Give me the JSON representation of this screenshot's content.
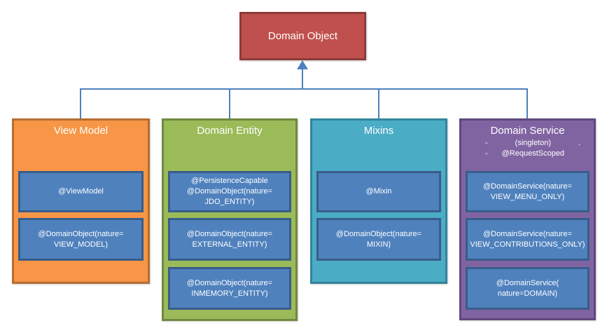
{
  "root": {
    "label": "Domain Object",
    "fill": "#C0504D",
    "border": "#8E3B38"
  },
  "connector_color": "#4F81BD",
  "item_fill": "#4F81BD",
  "item_border": "#385D8A",
  "columns": [
    {
      "id": "view-model",
      "title": "View Model",
      "fill": "#F79646",
      "border": "#B66D31",
      "items": [
        "@ViewModel",
        "@DomainObject(nature=\nVIEW_MODEL)"
      ]
    },
    {
      "id": "domain-entity",
      "title": "Domain Entity",
      "fill": "#9BBB59",
      "border": "#71893F",
      "items": [
        "@PersistenceCapable\n@DomainObject(nature=\nJDO_ENTITY)",
        "@DomainObject(nature=\nEXTERNAL_ENTITY)",
        "@DomainObject(nature=\nINMEMORY_ENTITY)"
      ]
    },
    {
      "id": "mixins",
      "title": "Mixins",
      "fill": "#4BACC6",
      "border": "#31859B",
      "items": [
        "@Mixin",
        "@DomainObject(nature=\nMIXIN)"
      ]
    },
    {
      "id": "domain-service",
      "title": "Domain Service",
      "fill": "#8064A2",
      "border": "#5F497A",
      "bullets": [
        {
          "dash": "-",
          "text": "(singleton)",
          "suffix": "."
        },
        {
          "dash": "-",
          "text": "@RequestScoped",
          "suffix": ""
        }
      ],
      "items": [
        "@DomainService(nature=\nVIEW_MENU_ONLY)",
        "@DomainService(nature=\nVIEW_CONTRIBUTIONS_ONLY)",
        "@DomainService(\nnature=DOMAIN)"
      ]
    }
  ]
}
